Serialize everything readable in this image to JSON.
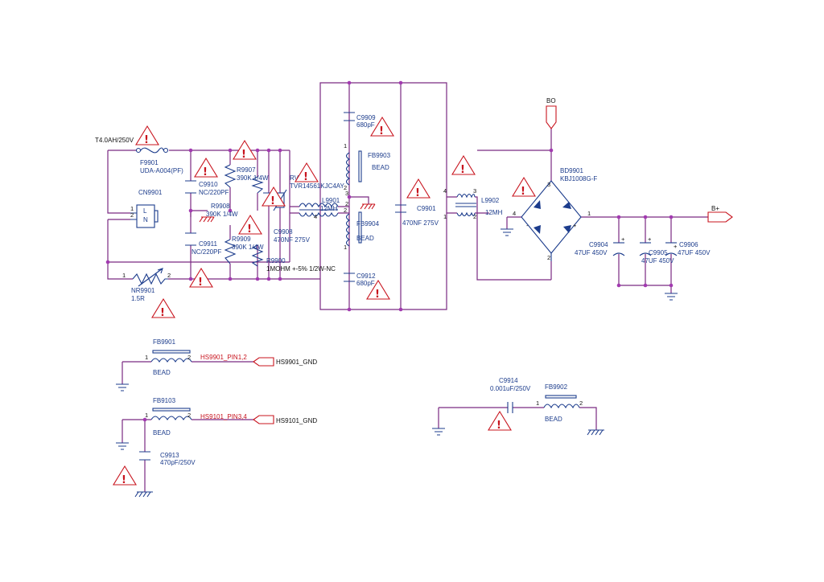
{
  "components": {
    "fuse": {
      "spec": "T4.0AH/250V",
      "ref": "F9901",
      "value": "UDA-A004(PF)"
    },
    "cn": {
      "ref": "CN9901",
      "pin1": "1",
      "pin2": "2",
      "l": "L",
      "n": "N"
    },
    "nr": {
      "ref": "NR9901",
      "value": "1.5R",
      "pin1": "1",
      "pin2": "2"
    },
    "c9910": {
      "ref": "C9910",
      "value": "NC/220PF"
    },
    "c9911": {
      "ref": "C9911",
      "value": "NC/220PF"
    },
    "r9907": {
      "ref": "R9907",
      "value": "390K 1/4W"
    },
    "r9908": {
      "ref": "R9908",
      "value": "390K 1/4W"
    },
    "r9909": {
      "ref": "R9909",
      "value": "390K 1/4W"
    },
    "r9900": {
      "ref": "R9900",
      "value": "1MOHM +-5% 1/2W-NC"
    },
    "rv9901": {
      "ref": "RV9901",
      "value": "TVR14561KJC4AY"
    },
    "c9908": {
      "ref": "C9908",
      "value": "470NF 275V"
    },
    "l9901": {
      "ref": "L9901",
      "value": "12MH",
      "pin2": "2",
      "pin3": "3",
      "pin4": "4"
    },
    "c9909": {
      "ref": "C9909",
      "value": "680pF"
    },
    "c9912": {
      "ref": "C9912",
      "value": "680pF"
    },
    "fb9903": {
      "ref": "FB9903",
      "value": "BEAD",
      "pin1": "1",
      "pin2": "2"
    },
    "fb9904": {
      "ref": "FB9904",
      "value": "BEAD",
      "pin1": "1",
      "pin2": "2"
    },
    "c9901": {
      "ref": "C9901",
      "value": "470NF 275V"
    },
    "l9902": {
      "ref": "L9902",
      "value": "12MH",
      "pin1": "1",
      "pin2": "2",
      "pin3": "3",
      "pin4": "4"
    },
    "bd9901": {
      "ref": "BD9901",
      "value": "KBJ1008G-F",
      "pin1": "1",
      "pin2": "2",
      "pin3": "3",
      "pin4": "4"
    },
    "c9904": {
      "ref": "C9904",
      "value": "47UF 450V"
    },
    "c9905": {
      "ref": "C9905",
      "value": "47UF 450V"
    },
    "c9906": {
      "ref": "C9906",
      "value": "47UF 450V"
    },
    "fb9901": {
      "ref": "FB9901",
      "value": "BEAD",
      "pin1": "1",
      "pin2": "2"
    },
    "fb9103": {
      "ref": "FB9103",
      "value": "BEAD",
      "pin1": "1",
      "pin2": "2"
    },
    "c9913": {
      "ref": "C9913",
      "value": "470pF/250V"
    },
    "c9914": {
      "ref": "C9914",
      "value": "0.001uF/250V"
    },
    "fb9902": {
      "ref": "FB9902",
      "value": "BEAD",
      "pin1": "1",
      "pin2": "2"
    }
  },
  "nets": {
    "bo": "BO",
    "bplus": "B+",
    "hs9901_pin": "HS9901_PIN1,2",
    "hs9901_gnd": "HS9901_GND",
    "hs9101_pin": "HS9101_PIN3,4",
    "hs9101_gnd": "HS9101_GND"
  },
  "polarity": {
    "plus": "+",
    "minus": "-"
  },
  "warning_mark": "!",
  "colors": {
    "wire": "#7a2a82",
    "component": "#1c3c8c",
    "warning": "#c8141e",
    "junction": "#a23ab0"
  }
}
